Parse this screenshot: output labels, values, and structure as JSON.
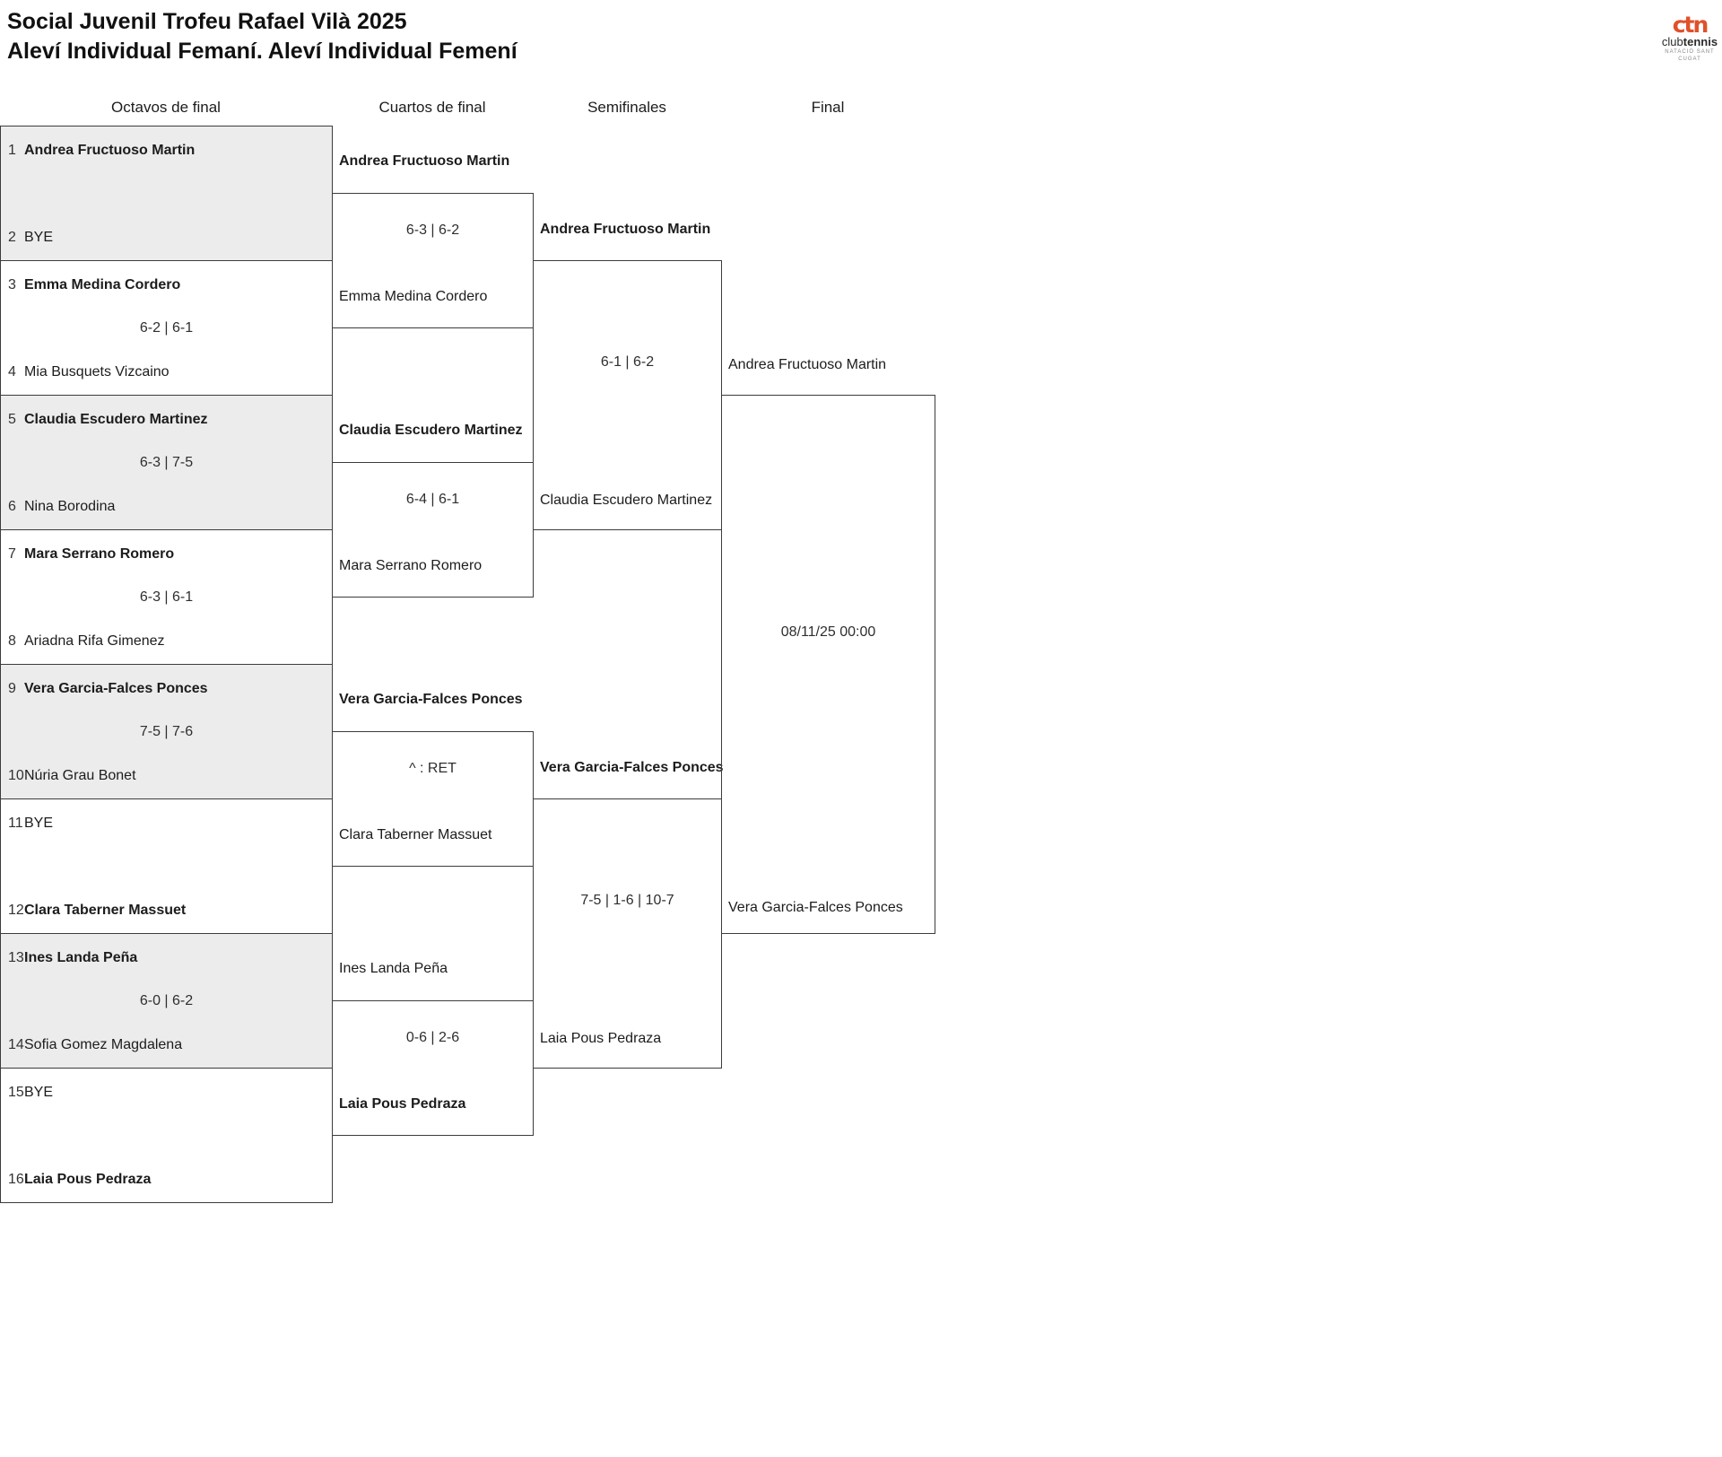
{
  "page": {
    "title_line1": "Social Juvenil Trofeu Rafael Vilà 2025",
    "title_line2": "Aleví Individual Femaní. Aleví Individual Femení"
  },
  "logo": {
    "mark": "ctn",
    "name_regular": "club",
    "name_bold": "tennis",
    "tagline": "NATACIÓ SANT CUGAT"
  },
  "colors": {
    "brand_orange": "#e0512a",
    "shaded_box": "#ececec",
    "border": "#3c3c3c"
  },
  "round_headers": {
    "octavos": "Octavos de final",
    "cuartos": "Cuartos de final",
    "semifinales": "Semifinales",
    "final": "Final"
  },
  "octavos": [
    {
      "seed_a": "1",
      "player_a": "Andrea Fructuoso Martin",
      "a_bold": true,
      "score": "",
      "seed_b": "2",
      "player_b": "BYE",
      "b_bold": false,
      "shaded": true
    },
    {
      "seed_a": "3",
      "player_a": "Emma Medina Cordero",
      "a_bold": true,
      "score": "6-2 | 6-1",
      "seed_b": "4",
      "player_b": "Mia Busquets Vizcaino",
      "b_bold": false,
      "shaded": false
    },
    {
      "seed_a": "5",
      "player_a": "Claudia Escudero Martinez",
      "a_bold": true,
      "score": "6-3 | 7-5",
      "seed_b": "6",
      "player_b": "Nina Borodina",
      "b_bold": false,
      "shaded": true
    },
    {
      "seed_a": "7",
      "player_a": "Mara Serrano Romero",
      "a_bold": true,
      "score": "6-3 | 6-1",
      "seed_b": "8",
      "player_b": "Ariadna Rifa Gimenez",
      "b_bold": false,
      "shaded": false
    },
    {
      "seed_a": "9",
      "player_a": "Vera Garcia-Falces Ponces",
      "a_bold": true,
      "score": "7-5 | 7-6",
      "seed_b": "10",
      "player_b": "Núria Grau Bonet",
      "b_bold": false,
      "shaded": true
    },
    {
      "seed_a": "11",
      "player_a": "BYE",
      "a_bold": false,
      "score": "",
      "seed_b": "12",
      "player_b": "Clara Taberner Massuet",
      "b_bold": true,
      "shaded": false
    },
    {
      "seed_a": "13",
      "player_a": "Ines Landa Peña",
      "a_bold": true,
      "score": "6-0 | 6-2",
      "seed_b": "14",
      "player_b": "Sofia Gomez Magdalena",
      "b_bold": false,
      "shaded": true
    },
    {
      "seed_a": "15",
      "player_a": "BYE",
      "a_bold": false,
      "score": "",
      "seed_b": "16",
      "player_b": "Laia Pous Pedraza",
      "b_bold": true,
      "shaded": false
    }
  ],
  "cuartos": [
    {
      "player_a": "Andrea Fructuoso Martin",
      "a_bold": true,
      "score": "6-3 | 6-2",
      "player_b": "Emma Medina Cordero",
      "b_bold": false
    },
    {
      "player_a": "Claudia Escudero Martinez",
      "a_bold": true,
      "score": "6-4 | 6-1",
      "player_b": "Mara Serrano Romero",
      "b_bold": false
    },
    {
      "player_a": "Vera Garcia-Falces Ponces",
      "a_bold": true,
      "score": "^ : RET",
      "player_b": "Clara Taberner Massuet",
      "b_bold": false
    },
    {
      "player_a": "Ines Landa Peña",
      "a_bold": false,
      "score": "0-6 | 2-6",
      "player_b": "Laia Pous Pedraza",
      "b_bold": true
    }
  ],
  "semifinales": [
    {
      "player_a": "Andrea Fructuoso Martin",
      "a_bold": true,
      "score": "6-1 | 6-2",
      "player_b": "Claudia Escudero Martinez",
      "b_bold": false
    },
    {
      "player_a": "Vera Garcia-Falces Ponces",
      "a_bold": true,
      "score": "7-5 | 1-6 | 10-7",
      "player_b": "Laia Pous Pedraza",
      "b_bold": false
    }
  ],
  "final": {
    "player_a": "Andrea Fructuoso Martin",
    "date": "08/11/25 00:00",
    "player_b": "Vera Garcia-Falces Ponces",
    "a_bold": false,
    "b_bold": false
  }
}
